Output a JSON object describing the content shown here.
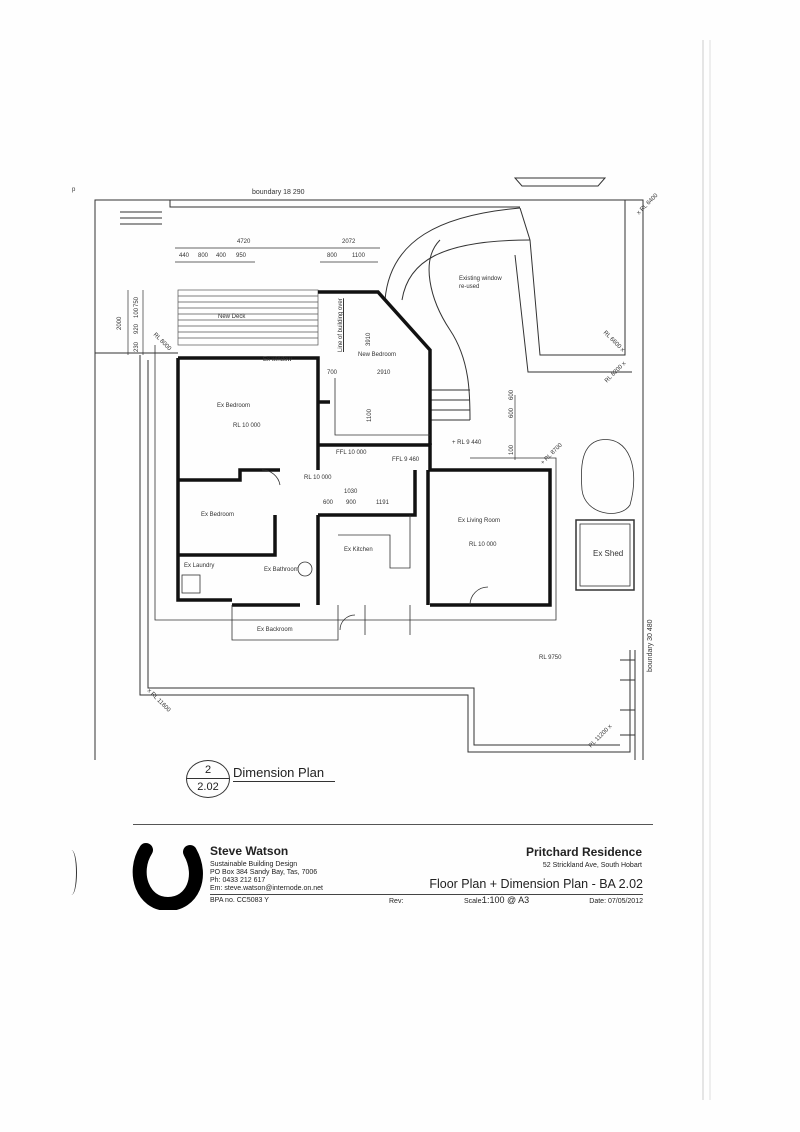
{
  "plan": {
    "boundary_top": "boundary 18 290",
    "boundary_right": "boundary 30 480",
    "dims_top": [
      "4720",
      "2072"
    ],
    "dims_sub": [
      "440",
      "800",
      "400",
      "950",
      "800",
      "1100"
    ],
    "dims_left": [
      "2000",
      "230",
      "920",
      "100",
      "750"
    ],
    "dims_right": [
      "600",
      "600",
      "100"
    ],
    "dims_bedroom": [
      "700",
      "2910",
      "3910",
      "1100"
    ],
    "dims_hall": [
      "1030",
      "600",
      "900",
      "1191"
    ],
    "rooms": {
      "new_deck": "New Deck",
      "ex_window": "Ex window",
      "line_building": "Line of building over",
      "new_bedroom": "New Bedroom",
      "ex_bedroom_1": "Ex Bedroom",
      "ex_bedroom_2": "Ex Bedroom",
      "ex_living": "Ex Living Room",
      "ex_kitchen": "Ex Kitchen",
      "ex_laundry": "Ex Laundry",
      "ex_bathroom": "Ex Bathroom",
      "ex_backroom": "Ex Backroom",
      "ex_shed": "Ex Shed"
    },
    "levels": {
      "bed_rl": "RL 10 000",
      "hall_rl": "RL 10 000",
      "living_rl": "RL 10 000",
      "ffl1": "FFL 10 000",
      "ffl2": "FFL 9 460",
      "rl9440": "+ RL 9 440",
      "rl9750": "RL 9750",
      "rl6400": "x RL 6400",
      "rl6600": "RL 6600 x",
      "rl8200": "RL 8200 x",
      "rl8000": "RL 8000",
      "rl8700": "+ RL 8700",
      "rl11600": "x RL 11600",
      "rl11200": "RL 11200 x"
    },
    "note": [
      "Existing window",
      "re-used"
    ],
    "section_ref": {
      "number": "2",
      "sheet": "2.02",
      "title": "Dimension Plan"
    }
  },
  "title_block": {
    "designer": "Steve Watson",
    "company": "Sustainable Building Design",
    "address": "PO Box 384 Sandy Bay, Tas, 7006",
    "phone": "Ph: 0433 212 617",
    "email": "Em: steve.watson@internode.on.net",
    "bpa": "BPA no. CC5083 Y",
    "project": "Pritchard Residence",
    "project_address": "52 Strickland Ave, South Hobart",
    "drawing_title": "Floor Plan + Dimension Plan - BA 2.02",
    "rev": "Rev:",
    "scale_label": "Scale:",
    "scale": "1:100 @ A3",
    "date": "Date: 07/05/2012"
  },
  "margin_mark": "p"
}
